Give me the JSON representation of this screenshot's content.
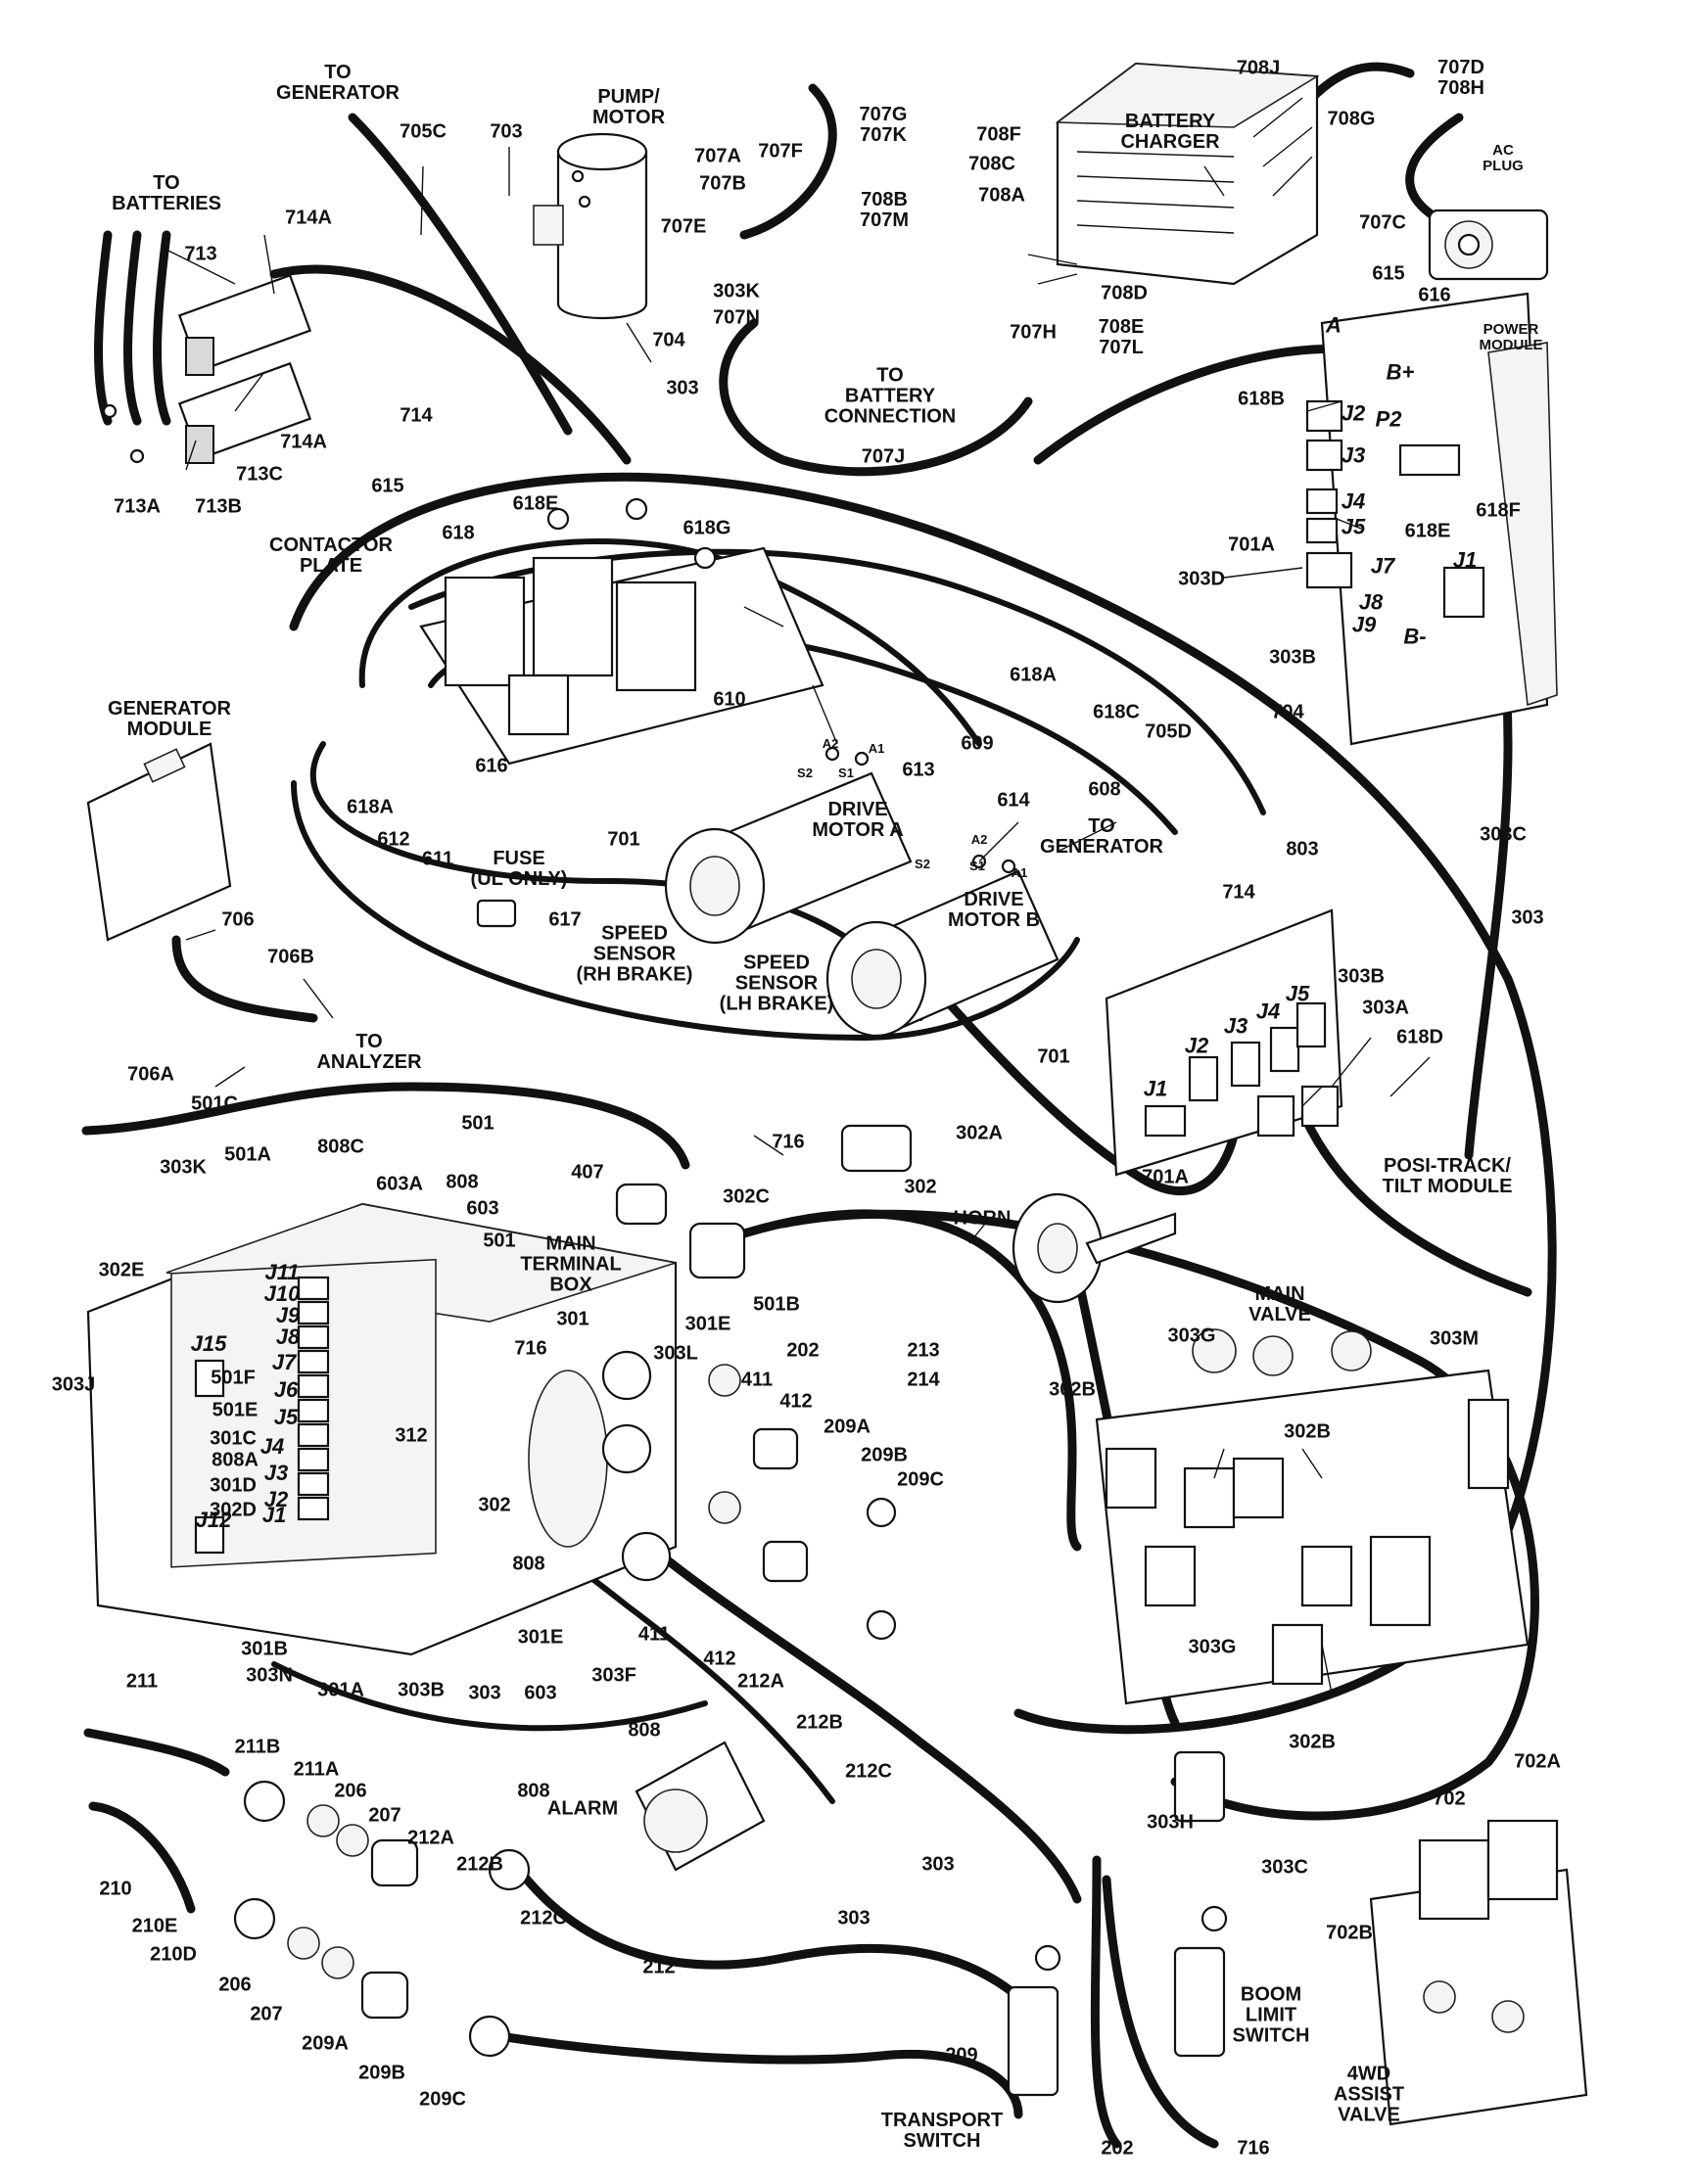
{
  "labels": {
    "to_generator_top": "TO\nGENERATOR",
    "pump_motor": "PUMP/\nMOTOR",
    "battery_charger": "BATTERY\nCHARGER",
    "ac_plug": "AC\nPLUG",
    "to_batteries": "TO\nBATTERIES",
    "to_battery_connection": "TO\nBATTERY\nCONNECTION",
    "power_module": "POWER\nMODULE",
    "contactor_plate": "CONTACTOR\nPLATE",
    "generator_module": "GENERATOR\nMODULE",
    "drive_motor_a": "DRIVE\nMOTOR A",
    "drive_motor_b": "DRIVE\nMOTOR B",
    "to_generator_mid": "TO\nGENERATOR",
    "fuse": "FUSE\n(UL ONLY)",
    "speed_sensor_rh": "SPEED\nSENSOR\n(RH BRAKE)",
    "speed_sensor_lh": "SPEED\nSENSOR\n(LH BRAKE)",
    "to_analyzer": "TO\nANALYZER",
    "posi_track": "POSI-TRACK/\nTILT MODULE",
    "main_terminal_box": "MAIN\nTERMINAL\nBOX",
    "horn": "HORN",
    "main_valve": "MAIN\nVALVE",
    "alarm": "ALARM",
    "transport_switch": "TRANSPORT\nSWITCH",
    "boom_limit_switch": "BOOM\nLIMIT\nSWITCH",
    "assist_valve": "4WD\nASSIST\nVALVE",
    "plus_b": "B+",
    "minus_b": "B-",
    "term_a": "A"
  },
  "part_numbers": {
    "p705C": "705C",
    "p703": "703",
    "p707A": "707A",
    "p707B": "707B",
    "p707F": "707F",
    "p707G_K": "707G\n707K",
    "p708F": "708F",
    "p708C": "708C",
    "p708A": "708A",
    "p708B_M": "708B\n707M",
    "p708J": "708J",
    "p708G": "708G",
    "p707D_H": "707D\n708H",
    "p707C": "707C",
    "p707E": "707E",
    "p303K_top": "303K",
    "p707N": "707N",
    "p708D": "708D",
    "p707H": "707H",
    "p708E_L": "708E\n707L",
    "p704_top": "704",
    "p303_top": "303",
    "p707J": "707J",
    "p615_top": "615",
    "p616_top": "616",
    "p714A_a": "714A",
    "p713": "713",
    "p714": "714",
    "p714A_b": "714A",
    "p713C": "713C",
    "p713A": "713A",
    "p713B": "713B",
    "p615": "615",
    "p618E": "618E",
    "p618": "618",
    "p618G": "618G",
    "p618B": "618B",
    "p618F": "618F",
    "p618E_r": "618E",
    "p701A_top": "701A",
    "p303D": "303D",
    "p303B_r": "303B",
    "p618A_r": "618A",
    "p610": "610",
    "p704_mid": "704",
    "p618C": "618C",
    "p705D": "705D",
    "p616": "616",
    "p609": "609",
    "p613": "613",
    "p618A": "618A",
    "p612": "612",
    "p611": "611",
    "p614": "614",
    "p608": "608",
    "p701": "701",
    "p803": "803",
    "p303C_r": "303C",
    "p714_mid": "714",
    "p617": "617",
    "p706": "706",
    "p706B": "706B",
    "p706A": "706A",
    "p501C": "501C",
    "p501": "501",
    "p303_right": "303",
    "p303B_pt": "303B",
    "p303A": "303A",
    "p618D": "618D",
    "p701_low": "701",
    "p701A_low": "701A",
    "p303K": "303K",
    "p501A": "501A",
    "p808C": "808C",
    "p603A": "603A",
    "p808": "808",
    "p603": "603",
    "p407": "407",
    "p716_top": "716",
    "p302A": "302A",
    "p302C": "302C",
    "p302": "302",
    "p302E": "302E",
    "p501_b": "501",
    "p301": "301",
    "p501B": "501B",
    "p301E": "301E",
    "p303L": "303L",
    "p202": "202",
    "p213": "213",
    "p214": "214",
    "p303G": "303G",
    "p303M": "303M",
    "p716_b": "716",
    "p501F": "501F",
    "p501E": "501E",
    "p301C": "301C",
    "p808A": "808A",
    "p301D": "301D",
    "p302D": "302D",
    "p303J": "303J",
    "p312": "312",
    "p302_b": "302",
    "p411": "411",
    "p412": "412",
    "p209A": "209A",
    "p209B": "209B",
    "p209C": "209C",
    "p302B_l": "302B",
    "p302B_r": "302B",
    "p808_b": "808",
    "p301E_b": "301E",
    "p411_b": "411",
    "p412_b": "412",
    "p212A": "212A",
    "p303G_b": "303G",
    "p301B": "301B",
    "p303N": "303N",
    "p301A": "301A",
    "p303B_b": "303B",
    "p303_b": "303",
    "p603_b": "603",
    "p303F": "303F",
    "p212B": "212B",
    "p302B_b": "302B",
    "p211": "211",
    "p808_c": "808",
    "p212C": "212C",
    "p303H": "303H",
    "p702A": "702A",
    "p211B": "211B",
    "p211A": "211A",
    "p206": "206",
    "p207": "207",
    "p212A_b": "212A",
    "p212B_b": "212B",
    "p808_d": "808",
    "p702": "702",
    "p303_c": "303",
    "p210": "210",
    "p212C_b": "212C",
    "p303_d": "303",
    "p303C_b": "303C",
    "p210E": "210E",
    "p210D": "210D",
    "p206_b": "206",
    "p207_b": "207",
    "p212": "212",
    "p702B": "702B",
    "p209A_b": "209A",
    "p209B_b": "209B",
    "p209": "209",
    "p202_b": "202",
    "p716_c": "716",
    "p209C_b": "209C"
  },
  "connectors": {
    "J1": "J1",
    "J2": "J2",
    "J3": "J3",
    "J4": "J4",
    "J5": "J5",
    "J7": "J7",
    "J8": "J8",
    "J9": "J9",
    "P2": "P2",
    "tJ1": "J1",
    "tJ2": "J2",
    "tJ3": "J3",
    "tJ4": "J4",
    "tJ5": "J5"
  },
  "motor_terminals": {
    "a_A2": "A2",
    "a_A1": "A1",
    "a_S2": "S2",
    "a_S1": "S1",
    "b_A2": "A2",
    "b_A1": "A1",
    "b_S2": "S2",
    "b_S1": "S1"
  },
  "terminal_box_pins": [
    "J11",
    "J10",
    "J9",
    "J8",
    "J7",
    "J6",
    "J5",
    "J4",
    "J3",
    "J2",
    "J1",
    "J12",
    "J15"
  ]
}
